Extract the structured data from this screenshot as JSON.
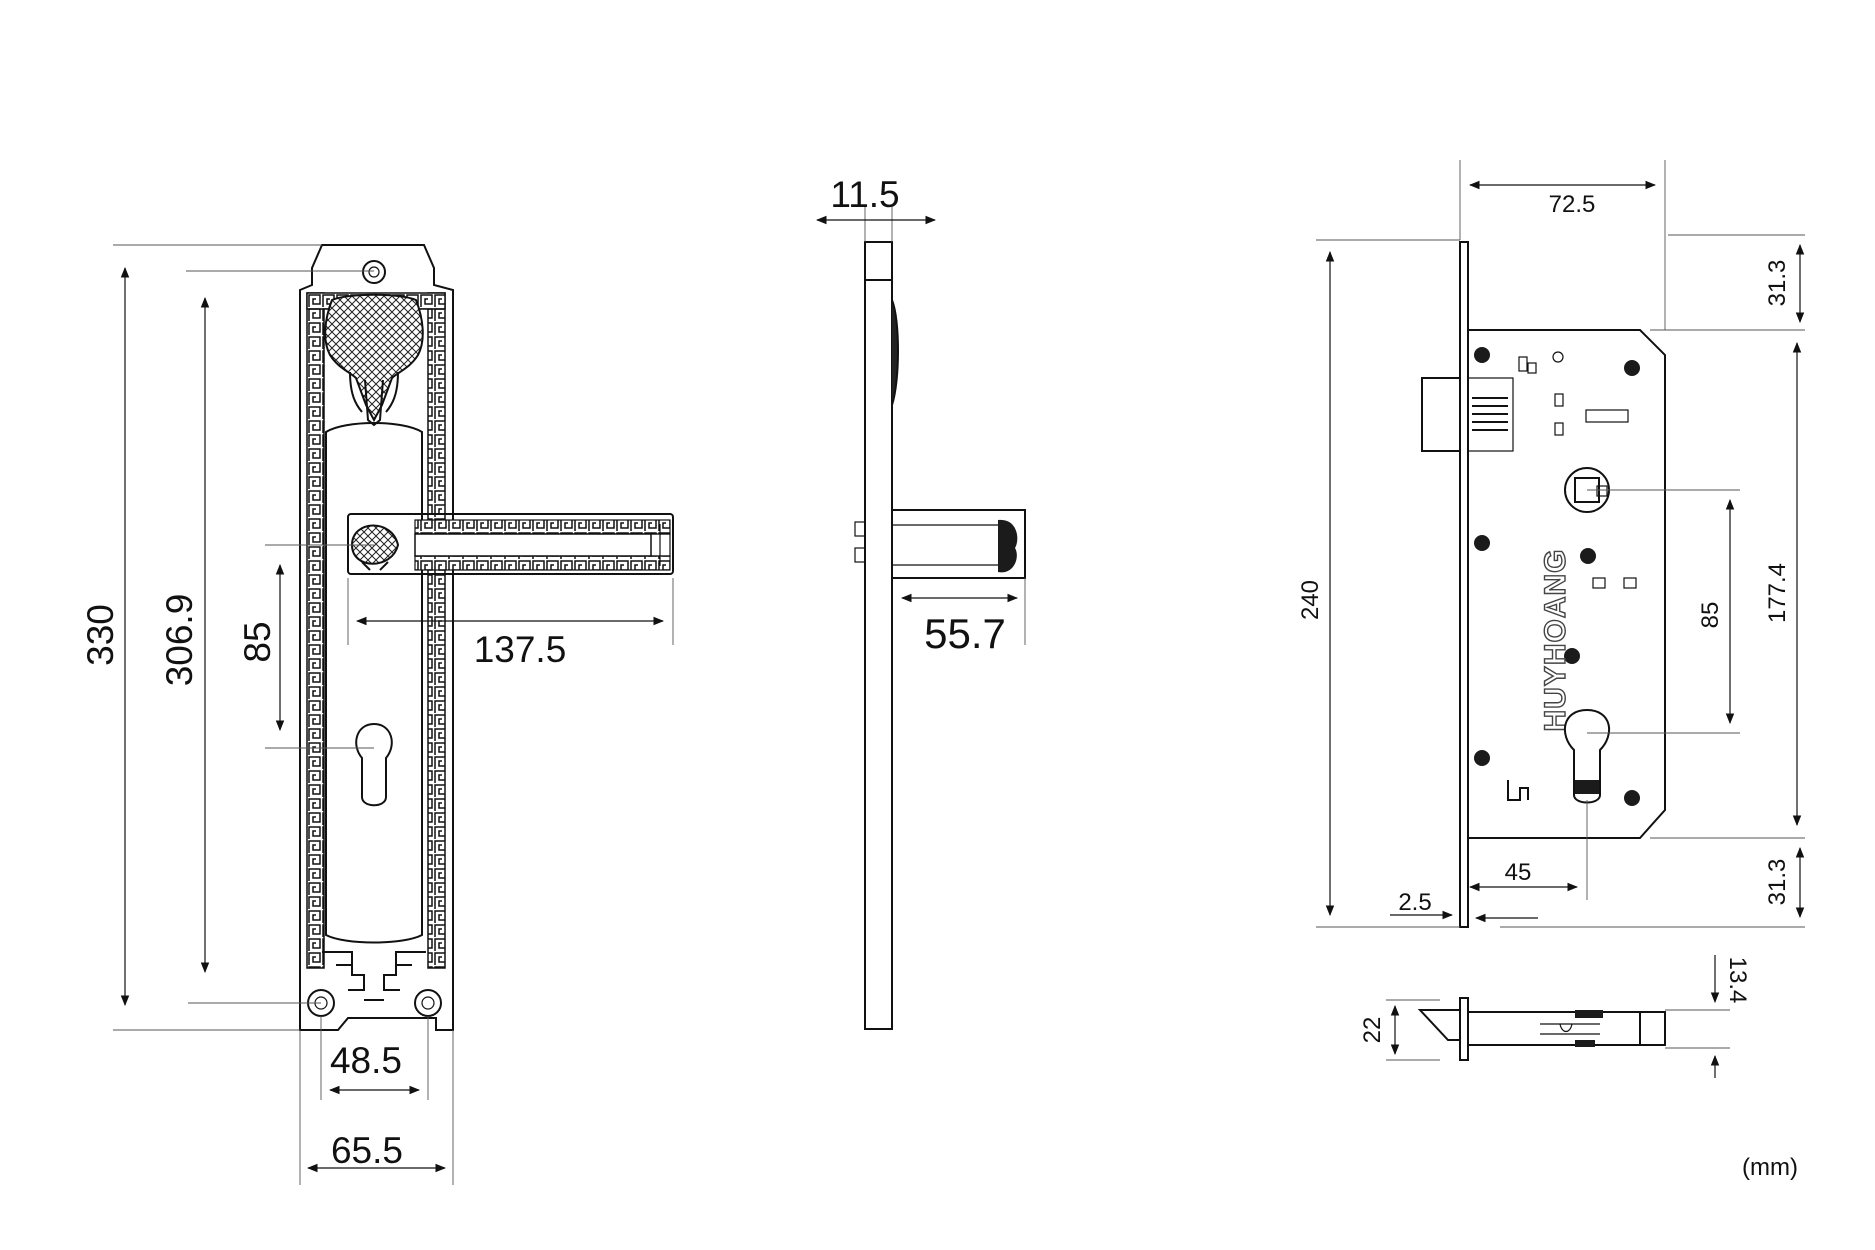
{
  "handle_front": {
    "dims": {
      "total_height": "330",
      "screw_height": "306.9",
      "handle_to_key": "85",
      "lever_length": "137.5",
      "screw_spacing": "48.5",
      "plate_width": "65.5"
    }
  },
  "handle_side": {
    "dims": {
      "plate_thickness": "11.5",
      "lever_projection": "55.7"
    }
  },
  "mortise": {
    "brand": "HUYHOANG",
    "dims": {
      "backset": "72.5",
      "top_offset": "31.3",
      "body_height": "240",
      "center_distance": "85",
      "case_height": "177.4",
      "cylinder_backset": "45",
      "faceplate_thickness": "2.5",
      "bottom_offset": "31.3"
    }
  },
  "latch": {
    "dims": {
      "latch_height": "22",
      "latch_thickness": "13.4"
    }
  },
  "units_label": "(mm)"
}
